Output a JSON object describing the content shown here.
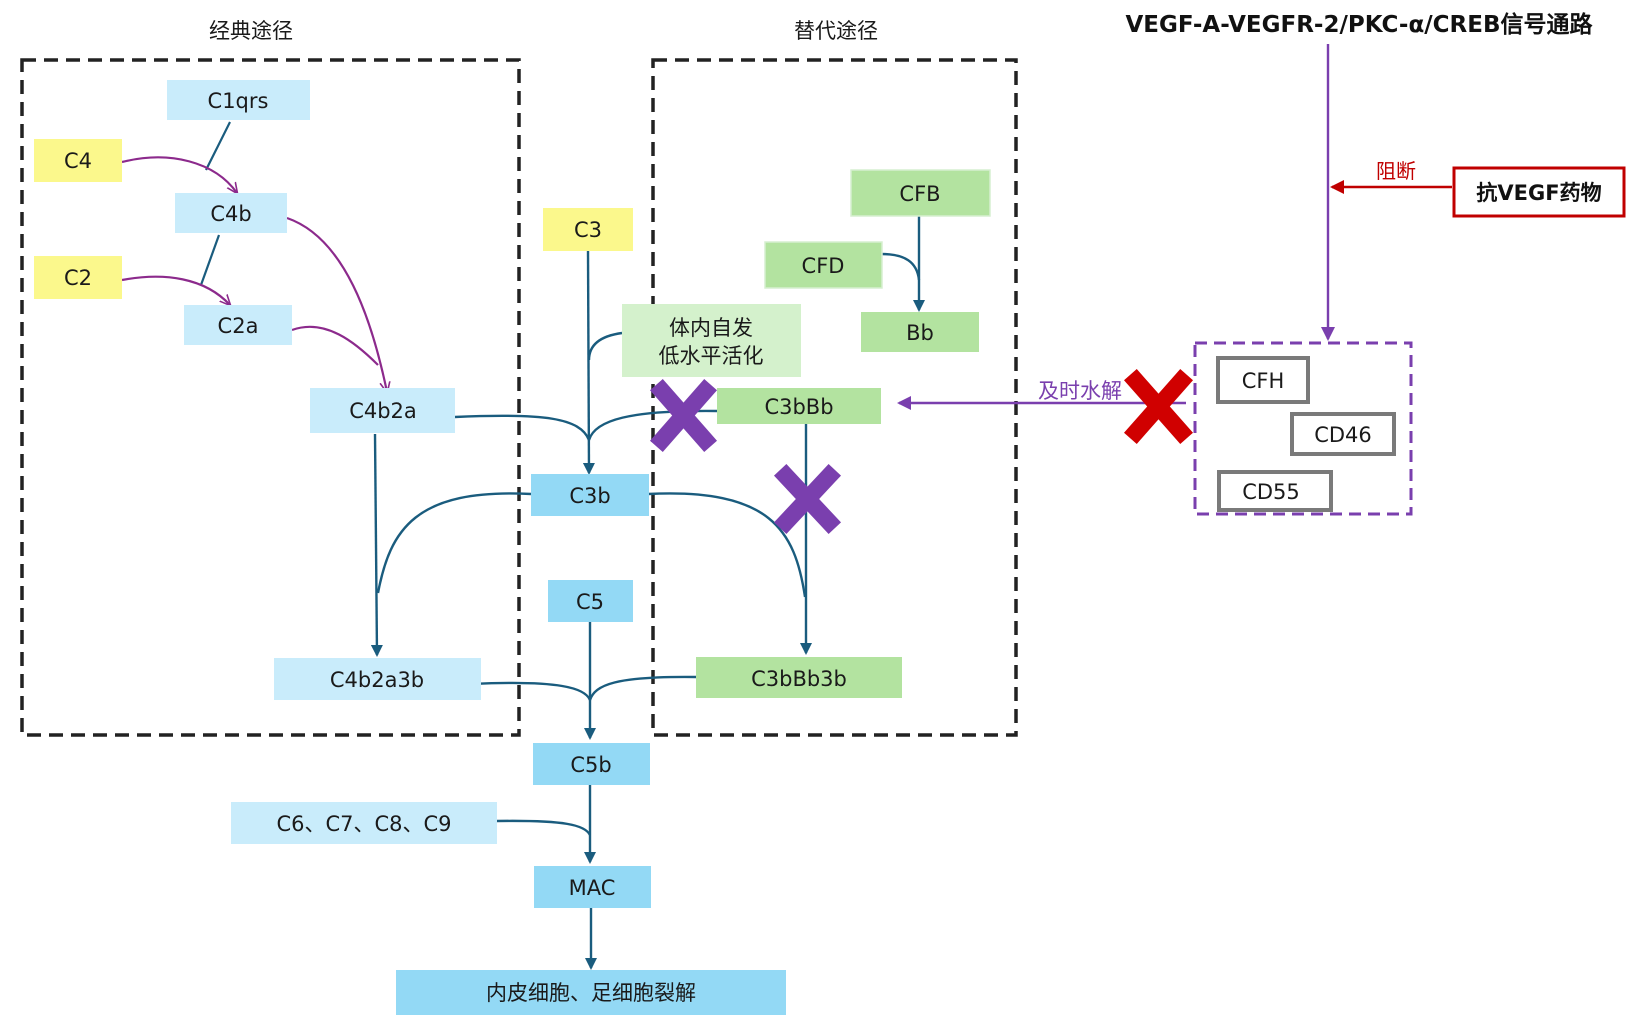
{
  "regions": {
    "classical_label": "经典途径",
    "alternative_label": "替代途径",
    "pathway_title": "VEGF-A-VEGFR-2/PKC-α/CREB信号通路"
  },
  "nodes": {
    "c1qrs": "C1qrs",
    "c4": "C4",
    "c4b": "C4b",
    "c2": "C2",
    "c2a": "C2a",
    "c4b2a": "C4b2a",
    "c3": "C3",
    "spontaneous_line1": "体内自发",
    "spontaneous_line2": "低水平活化",
    "cfb": "CFB",
    "cfd": "CFD",
    "bb": "Bb",
    "c3bbb": "C3bBb",
    "c3b": "C3b",
    "c5": "C5",
    "c4b2a3b": "C4b2a3b",
    "c3bbb3b": "C3bBb3b",
    "c5b": "C5b",
    "c6_c9": "C6、C7、C8、C9",
    "mac": "MAC",
    "lysis": "内皮细胞、足细胞裂解",
    "cfh": "CFH",
    "cd46": "CD46",
    "cd55": "CD55",
    "anti_vegf": "抗VEGF药物"
  },
  "edge_labels": {
    "block": "阻断",
    "hydrolysis": "及时水解"
  },
  "colors": {
    "classical_fill": "#c9ecfb",
    "central_fill": "#93d9f5",
    "alternative_fill": "#b3e3a0",
    "spontaneous_fill": "#d4f1cc",
    "substrate_fill": "#fbf88c",
    "blue_arrow": "#1a5c7e",
    "purple_arrow": "#8c2a8c",
    "regulator_arrow": "#7a3fae",
    "block_arrow": "#c00000",
    "blocked_cross": "#7a3fae",
    "removed_cross": "#d00000",
    "regulator_box_border": "#7a7a7a"
  }
}
